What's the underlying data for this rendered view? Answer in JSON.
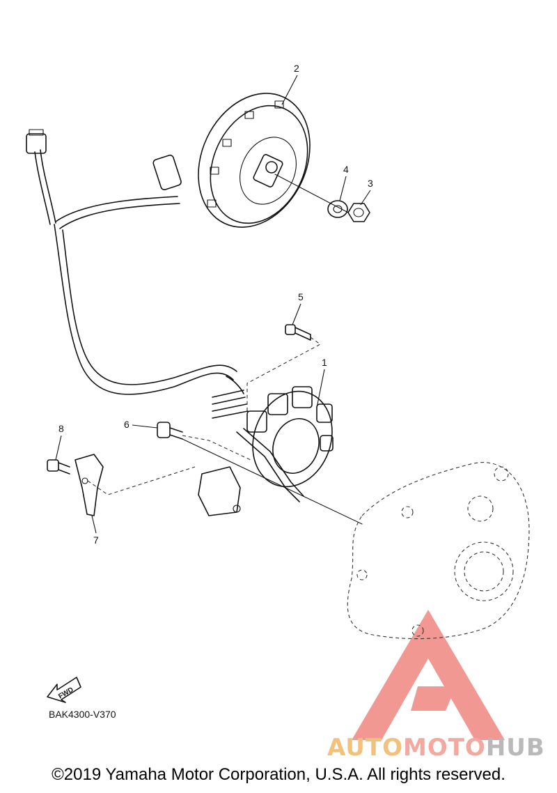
{
  "callouts": [
    {
      "id": "1",
      "label": "1"
    },
    {
      "id": "2",
      "label": "2"
    },
    {
      "id": "3",
      "label": "3"
    },
    {
      "id": "4",
      "label": "4"
    },
    {
      "id": "5",
      "label": "5"
    },
    {
      "id": "6",
      "label": "6"
    },
    {
      "id": "7",
      "label": "7"
    },
    {
      "id": "8",
      "label": "8"
    }
  ],
  "fwd_label": "FWD",
  "diagram_code": "BAK4300-V370",
  "copyright": "©2019 Yamaha Motor Corporation, U.S.A. All rights reserved.",
  "watermark": {
    "part1": "AUTO",
    "part2": "MOTO",
    "part3": "HUB"
  },
  "colors": {
    "line": "#111111",
    "watermark_red": "#e8453c",
    "watermark_orange": "#f3c27a",
    "watermark_gray": "#b9b9b9"
  }
}
